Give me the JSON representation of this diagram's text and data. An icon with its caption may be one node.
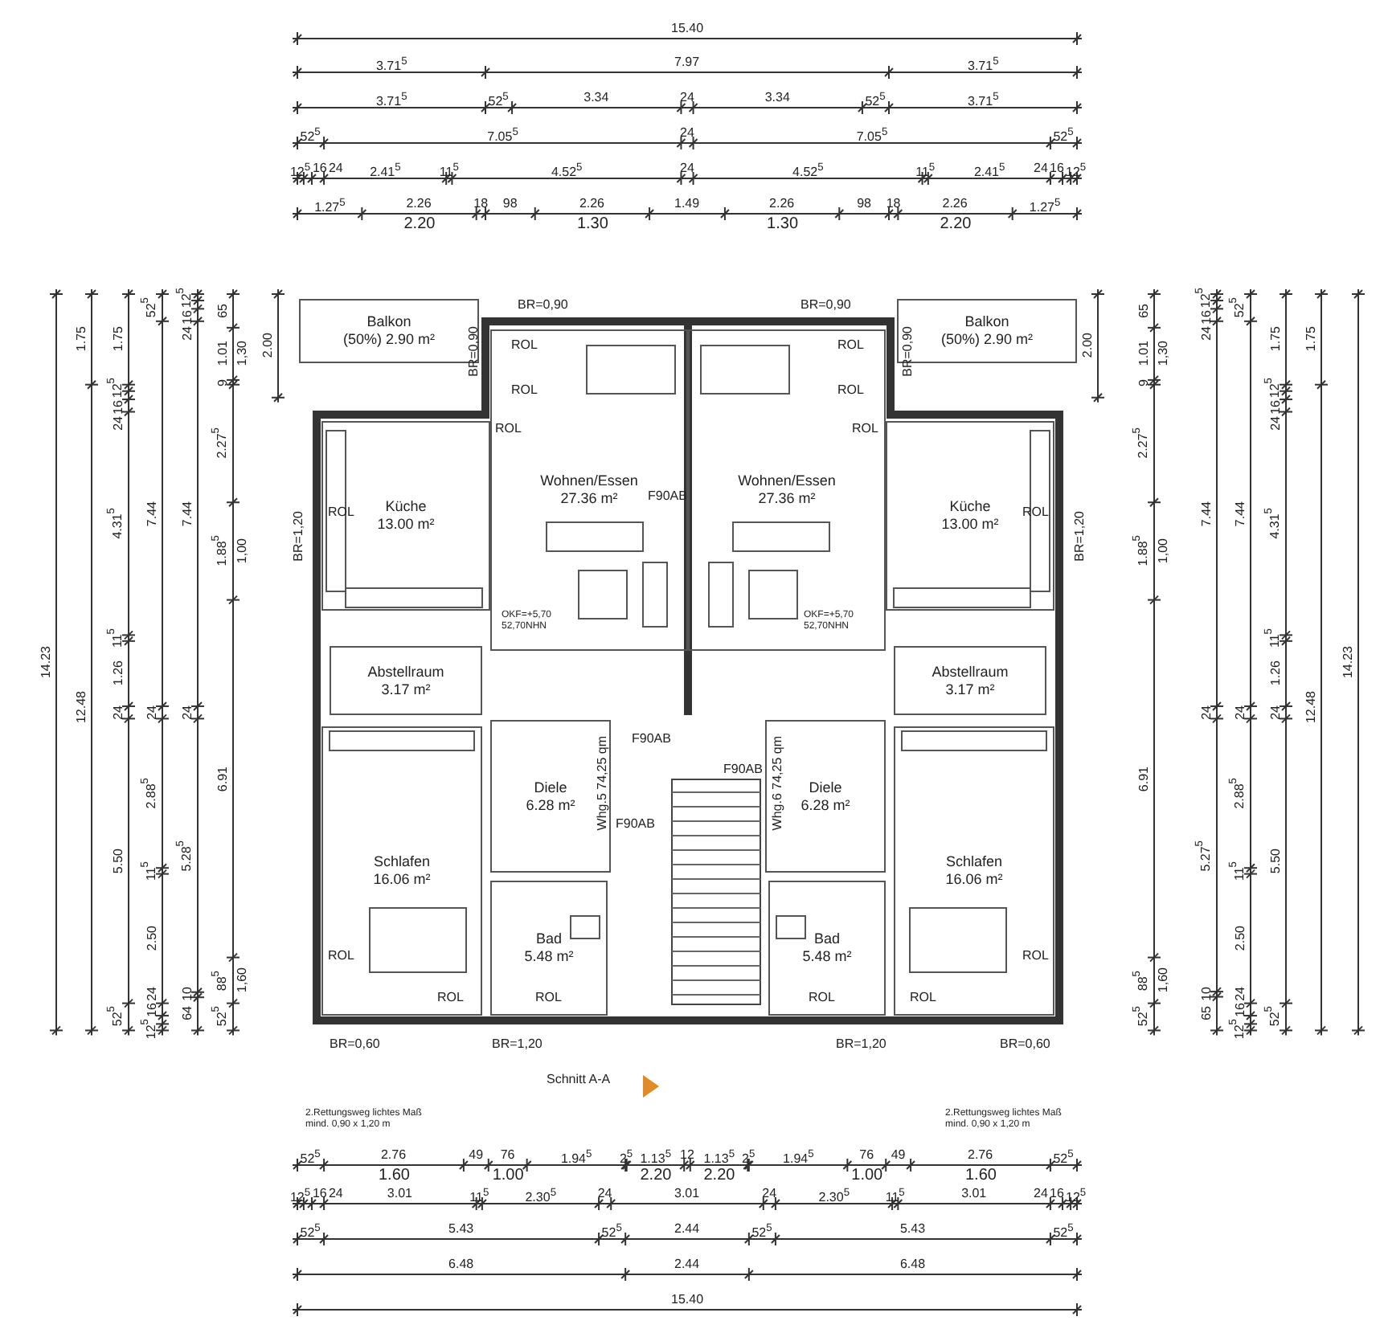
{
  "diagram": {
    "nodes": [
      {
        "text": [
          "Balkon",
          "(50%) 2.90 m²"
        ]
      },
      {
        "text": [
          "Balkon",
          "(50%) 2.90 m²"
        ]
      },
      {
        "text": [
          "Wohnen/Essen",
          "27.36 m²"
        ]
      },
      {
        "text": [
          "Wohnen/Essen",
          "27.36 m²"
        ]
      },
      {
        "text": [
          "Küche",
          "13.00 m²"
        ]
      },
      {
        "text": [
          "Küche",
          "13.00 m²"
        ]
      },
      {
        "text": [
          "Abstellraum",
          "3.17 m²"
        ]
      },
      {
        "text": [
          "Abstellraum",
          "3.17 m²"
        ]
      },
      {
        "text": [
          "Diele",
          "6.28 m²"
        ]
      },
      {
        "text": [
          "Diele",
          "6.28 m²"
        ]
      },
      {
        "text": [
          "Schlafen",
          "16.06 m²"
        ]
      },
      {
        "text": [
          "Schlafen",
          "16.06 m²"
        ]
      },
      {
        "text": [
          "Bad",
          "5.48 m²"
        ]
      },
      {
        "text": [
          "Bad",
          "5.48 m²"
        ]
      }
    ],
    "labels": [
      "15.40",
      "3.71$^{5}$",
      "7.97",
      "3.71$^{5}$",
      "3.71$^{5}$",
      "52$^{5}$",
      "3.34",
      "24",
      "3.34",
      "52$^{5}$",
      "3.71$^{5}$",
      "52$^{5}$",
      "7.05$^{5}$",
      "24",
      "7.05$^{5}$",
      "52$^{5}$",
      "12$^{5}$",
      "16",
      "24",
      "2.41$^{5}$",
      "11$^{5}$",
      "4.52$^{5}$",
      "24",
      "4.52$^{5}$",
      "11$^{5}$",
      "2.41$^{5}$",
      "24",
      "16",
      "12$^{5}$",
      "1.27$^{5}$",
      "2.26",
      "18",
      "98",
      "2.26",
      "1.49",
      "2.26",
      "98",
      "18",
      "2.26",
      "1.27$^{5}$",
      "2.20",
      "1.30",
      "1.30",
      "2.20",
      "14.23",
      "1.75",
      "12.48",
      "1.75",
      "12$^{5}$",
      "16",
      "24",
      "4.31$^{5}$",
      "11$^{5}$",
      "1.26",
      "24",
      "5.50",
      "52$^{5}$",
      "52$^{5}$",
      "7.44",
      "24",
      "2.88$^{5}$",
      "11$^{5}$",
      "2.50",
      "24",
      "16",
      "12$^{5}$",
      "12$^{5}$",
      "16",
      "24",
      "7.44",
      "24",
      "5.28$^{5}$",
      "10",
      "64",
      "65",
      "1.01",
      "9",
      "2.27$^{5}$",
      "1.88$^{5}$",
      "6.91",
      "88$^{5}$",
      "52$^{5}$",
      "1,30",
      "1,00",
      "1,60",
      "2.00",
      "BR=0,90",
      "BR=0,90",
      "BR=0,90",
      "ROL",
      "ROL",
      "BR=0,90",
      "ROL",
      "ROL",
      "ROL",
      "ROL",
      "F90AB",
      "ROL",
      "ROL",
      "BR=1,20",
      "BR=1,20",
      "OKF=+5,70 52,70NHN",
      "OKF=+5,70 52,70NHN",
      "F90AB",
      "Whg.5 74,25 qm",
      "Whg.6 74,25 qm",
      "F90AB",
      "F90AB",
      "ROL",
      "ROL",
      "ROL",
      "ROL",
      "ROL",
      "ROL",
      "BR=0,60",
      "BR=1,20",
      "BR=1,20",
      "BR=0,60",
      "2.00",
      "65",
      "1.01",
      "9",
      "2.27$^{5}$",
      "1.88$^{5}$",
      "6.91",
      "88$^{5}$",
      "52$^{5}$",
      "1,30",
      "1,00",
      "1,60",
      "12$^{5}$",
      "16",
      "24",
      "7.44",
      "24",
      "5.27$^{5}$",
      "10",
      "65",
      "52$^{5}$",
      "7.44",
      "24",
      "2.88$^{5}$",
      "11$^{5}$",
      "2.50",
      "24",
      "16",
      "12$^{5}$",
      "1.75",
      "12$^{5}$",
      "16",
      "24",
      "4.31$^{5}$",
      "11$^{5}$",
      "1.26",
      "24",
      "5.50",
      "52$^{5}$",
      "1.75",
      "12.48",
      "14.23",
      "Schnitt A-A",
      "2.Rettungsweg lichtes Maß mind. 0,90 x 1,20 m",
      "2.Rettungsweg lichtes Maß mind. 0,90 x 1,20 m",
      "52$^{5}$",
      "2.76",
      "49",
      "76",
      "1.94$^{5}$",
      "2$^{5}$",
      "1.13$^{5}$",
      "12",
      "1.13$^{5}$",
      "2$^{5}$",
      "1.94$^{5}$",
      "76",
      "49",
      "2.76",
      "52$^{5}$",
      "1.60",
      "1.00",
      "2.20",
      "2.20",
      "1.00",
      "1.60",
      "12$^{5}$",
      "16",
      "24",
      "3.01",
      "11$^{5}$",
      "2.30$^{5}$",
      "24",
      "3.01",
      "24",
      "2.30$^{5}$",
      "11$^{5}$",
      "3.01",
      "24",
      "16",
      "12$^{5}$",
      "52$^{5}$",
      "5.43",
      "52$^{5}$",
      "2.44",
      "52$^{5}$",
      "5.43",
      "52$^{5}$",
      "6.48",
      "2.44",
      "6.48",
      "15.40"
    ]
  }
}
